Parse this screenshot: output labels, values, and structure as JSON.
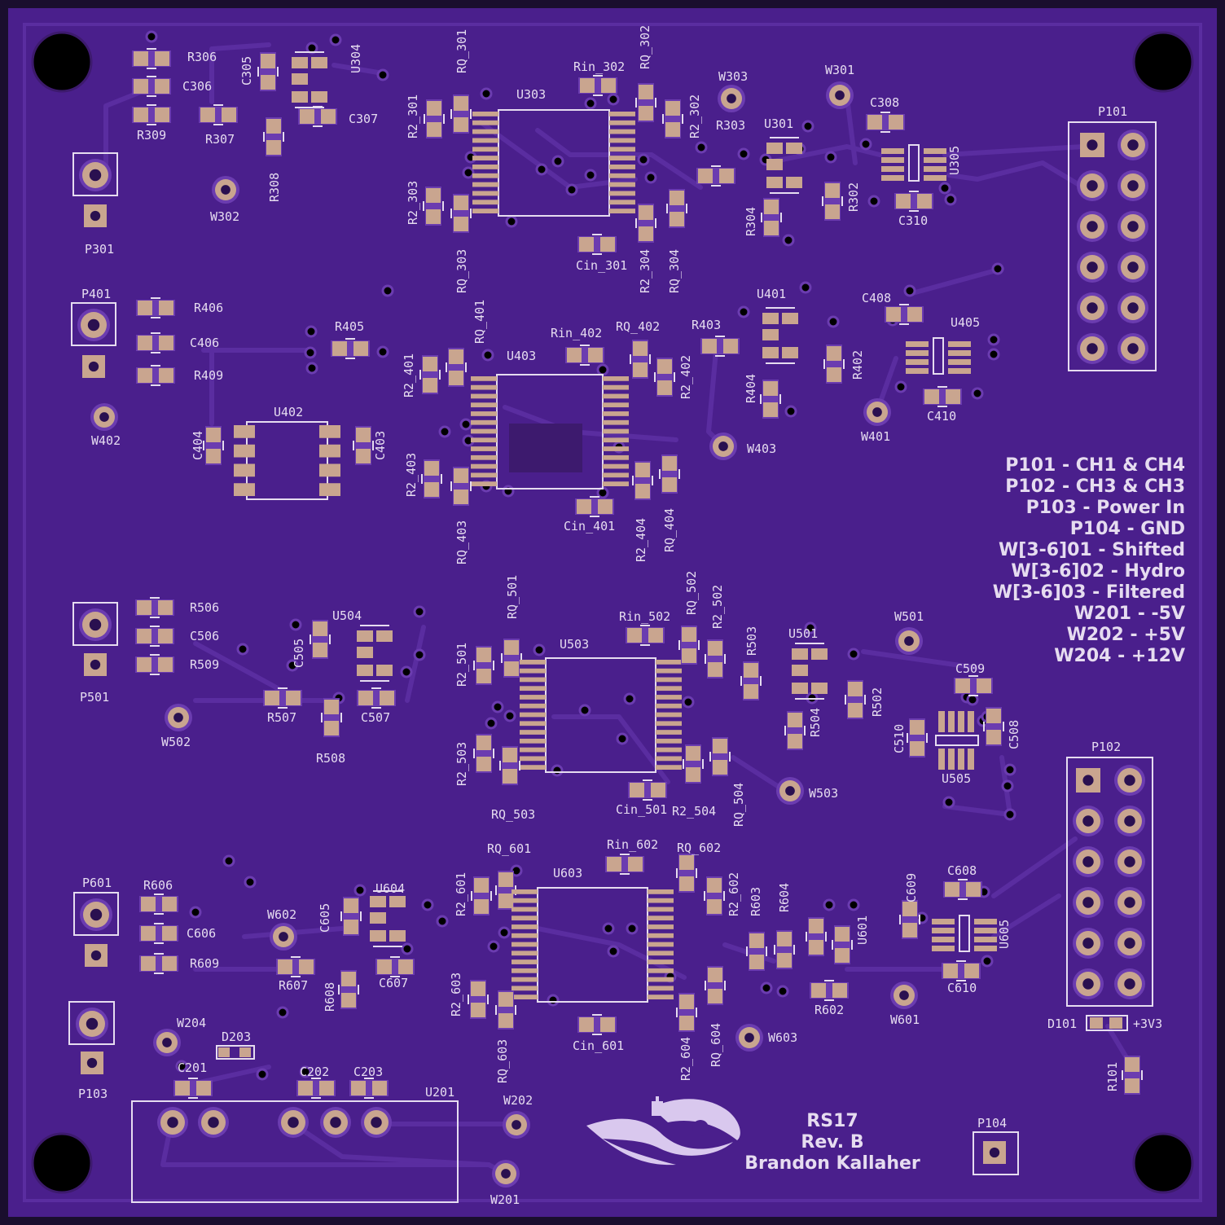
{
  "labels": {
    "p101": "P101",
    "p102": "P102",
    "p103": "P103",
    "p104": "P104",
    "p301": "P301",
    "p401": "P401",
    "p501": "P501",
    "p601": "P601",
    "r306": "R306",
    "c306": "C306",
    "r309": "R309",
    "r307": "R307",
    "c305": "C305",
    "u304": "U304",
    "c307": "C307",
    "r308": "R308",
    "w302": "W302",
    "rq301": "RQ_301",
    "r2_301": "R2_301",
    "u303": "U303",
    "rin302": "Rin_302",
    "rq302": "RQ_302",
    "r2_302": "R2_302",
    "r2_303": "R2_303",
    "rq303": "RQ_303",
    "cin301": "Cin_301",
    "r2_304": "R2_304",
    "rq304": "RQ_304",
    "w303": "W303",
    "w301": "W301",
    "r303": "R303",
    "u301": "U301",
    "c308": "C308",
    "u305": "U305",
    "r304": "R304",
    "r302": "R302",
    "c310": "C310",
    "r406": "R406",
    "c406": "C406",
    "r409": "R409",
    "w402": "W402",
    "r405": "R405",
    "u402": "U402",
    "c404": "C404",
    "c403": "C403",
    "rq401": "RQ_401",
    "r2_401": "R2_401",
    "u403": "U403",
    "rin402": "Rin_402",
    "rq402": "RQ_402",
    "r2_402": "R2_402",
    "r2_403": "R2_403",
    "rq403": "RQ_403",
    "cin401": "Cin_401",
    "r2_404": "R2_404",
    "rq404": "RQ_404",
    "r403": "R403",
    "u401": "U401",
    "r404": "R404",
    "r402": "R402",
    "w403": "W403",
    "c408": "C408",
    "u405": "U405",
    "c410": "C410",
    "w401": "W401",
    "r506": "R506",
    "c506": "C506",
    "r509": "R509",
    "w502": "W502",
    "c505": "C505",
    "u504": "U504",
    "r507": "R507",
    "c507": "C507",
    "r508": "R508",
    "rq501": "RQ_501",
    "r2_501": "R2_501",
    "u503": "U503",
    "rin502": "Rin_502",
    "rq502": "RQ_502",
    "r2_502": "R2_502",
    "r2_503": "R2_503",
    "rq503": "RQ_503",
    "cin501": "Cin_501",
    "r2_504": "R2_504",
    "rq504": "RQ_504",
    "r503": "R503",
    "u501": "U501",
    "r504": "R504",
    "r502": "R502",
    "w503": "W503",
    "w501": "W501",
    "c509": "C509",
    "c510": "C510",
    "c508": "C508",
    "u505": "U505",
    "r606": "R606",
    "c606": "C606",
    "r609": "R609",
    "w602": "W602",
    "c605": "C605",
    "u604": "U604",
    "r607": "R607",
    "c607": "C607",
    "r608": "R608",
    "rq601": "RQ_601",
    "r2_601": "R2_601",
    "u603": "U603",
    "rin602": "Rin_602",
    "rq602": "RQ_602",
    "r2_602": "R2_602",
    "r2_603": "R2_603",
    "rq603": "RQ_603",
    "cin601": "Cin_601",
    "r2_604": "R2_604",
    "rq604": "RQ_604",
    "r603": "R603",
    "r604": "R604",
    "u601": "U601",
    "r602": "R602",
    "w603": "W603",
    "w601": "W601",
    "c609": "C609",
    "c608": "C608",
    "u605": "U605",
    "c610": "C610",
    "w204": "W204",
    "d203": "D203",
    "c201": "C201",
    "c202": "C202",
    "c203": "C203",
    "u201": "U201",
    "w202": "W202",
    "w201": "W201",
    "d101": "D101",
    "v33": "+3V3",
    "r101": "R101"
  },
  "legend": [
    "P101 - CH1 & CH4",
    "P102 - CH3 & CH3",
    "P103 - Power In",
    "P104 - GND",
    "W[3-6]01 - Shifted",
    "W[3-6]02 - Hydro",
    "W[3-6]03 - Filtered",
    "W201 - -5V",
    "W202 - +5V",
    "W204 - +12V"
  ],
  "credits": {
    "project": "RS17",
    "revision": "Rev. B",
    "author": "Brandon Kallaher"
  },
  "colors": {
    "board": "#4a1f8c",
    "silkscreen": "#e6dcf0",
    "pad": "#c9a58f"
  }
}
